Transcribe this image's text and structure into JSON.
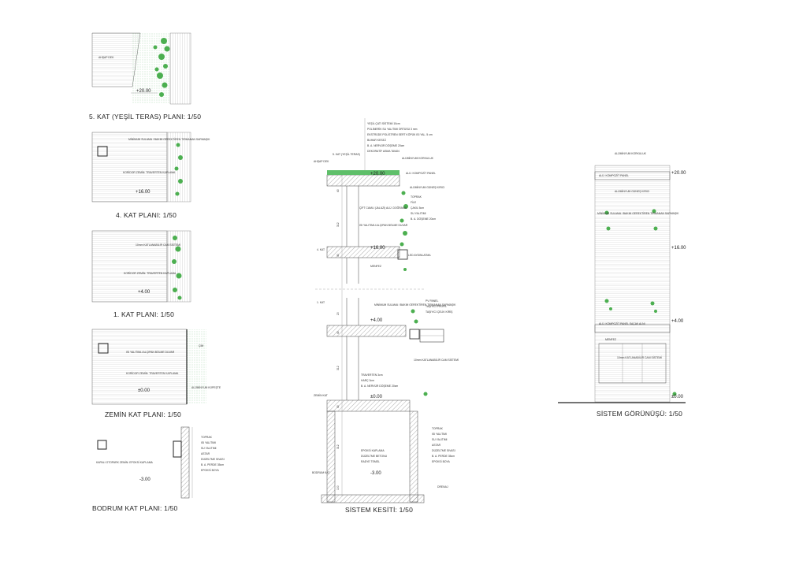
{
  "plans": [
    {
      "title": "5. KAT (YEŞİL TERAS) PLANI: 1/50",
      "labels": [
        "AHŞAP DEK"
      ],
      "level": "+20.00"
    },
    {
      "title": "4. KAT PLANI: 1/50",
      "labels": [
        "MİNİMUM SULAMA / BAKIM GEREKTİREN TIRMANAN SARMAŞIK",
        "KORİDOR ZEMİN: TRAVERTEN KAPLAMA"
      ],
      "level": "+16.00"
    },
    {
      "title": "1. KAT PLANI: 1/50",
      "labels": [
        "10mm KATLANABİLİR CAM SİSTEMİ",
        "KORİDOR ZEMİN: TRAVERTEN KAPLAMA"
      ],
      "level": "+4.00"
    },
    {
      "title": "ZEMİN KAT PLANI: 1/50",
      "labels": [
        "ISI YALITIMLI ALÇIPAN BÖLME DUVAR",
        "KORİDOR ZEMİN: TRAVERTEN KAPLAMA",
        "ÇİM",
        "ALÜMİNYUM KÜPEŞTE"
      ],
      "level": "±0.00"
    },
    {
      "title": "BODRUM KAT PLANI: 1/50",
      "labels": [
        "KAPALI OTOPARK ZEMİN: EPOKSİ KAPLAMA"
      ],
      "level": "-3.00",
      "layers": [
        "TOPRAK",
        "ISI YALITIMI",
        "SU YALITIMI",
        "ASTAR",
        "DÜZELTME SIVASI",
        "B. A. PERDE 35cm",
        "EPOKSİ BOYA"
      ]
    }
  ],
  "section": {
    "title": "SİSTEM KESİTİ: 1/50",
    "roof_layers": [
      "YEŞİL ÇATI SİSTEMİ 10cm",
      "POLİMERİK SU YALITIMI ÖRTÜSÜ 3 mm",
      "EKSTRÜDE POLİSTREN SERT KÖPÜK ISI YAL. 5 cm",
      "BUHAR KESİCİ",
      "B. A. NERVÜR DÖŞEME 20cm",
      "DEKORATİF ASMA TAVAN"
    ],
    "roof_labels": [
      "5. KAT (YEŞİL TERAS)",
      "AHŞAP DEK",
      "ALÜMİNYUM KORKULUK",
      "ALÜ. KOMPOZİT PANEL",
      "ALÜMİNYUM GÜNEŞ KIRICI"
    ],
    "planter_layers": [
      "TOPRAK",
      "FİLE",
      "ÇAKIL 5cm",
      "SU YALITIMI",
      "B. A. DÖŞEME 20cm"
    ],
    "upper_labels": [
      "ÇİFT CAMLI (JALUZİ) ALÜ. DOĞRAMA",
      "ISI YALITIMLI ALÇIPAN BÖLME DUVAR",
      "LED AYDINLATMA",
      "MENFEZ",
      "4. KAT",
      "1. KAT",
      "ZEMİN KAT",
      "BODRUM KAT"
    ],
    "mid_labels": [
      "MİNİMUM SULAMA / BAKIM GEREKTİREN TIRMANAN SARMAŞIK",
      "PV PANEL",
      "TAŞIYICI PROFİL",
      "TAŞIYICI ÇELİK KİRİŞ",
      "10mm KATLANABİLİR CAM SİSTEMİ"
    ],
    "floor_layers": [
      "TRAVERTEN 3cm",
      "HARÇ 3cm",
      "B. A. NERVÜR DÖŞEME 20cm"
    ],
    "base_labels": [
      "EPOKSİ KAPLAMA",
      "DÜZELTME BETONU",
      "RADYE TEMEL"
    ],
    "wall_layers": [
      "TOPRAK",
      "ISI YALITIMI",
      "SU YALITIMI",
      "ASTAR",
      "DÜZELTME SIVASI",
      "B. A. PERDE 35cm",
      "EPOKSİ BOYA"
    ],
    "drain": "DRENAJ",
    "levels": [
      "+20.00",
      "+16.00",
      "+4.00",
      "±0.00",
      "-3.00"
    ],
    "dims": [
      "40",
      "312",
      "40",
      "20",
      "40",
      "312",
      "40",
      "312",
      "100"
    ]
  },
  "elevation": {
    "title": "SİSTEM GÖRÜNÜŞÜ: 1/50",
    "labels": [
      "ALÜMİNYUM KORKULUK",
      "ALÜ. KOMPOZİT PANEL",
      "ALÜMİNYUM GÜNEŞ KIRICI",
      "MİNİMUM SULAMA / BAKIM GEREKTİREN TIRMANAN SARMAŞIK",
      "ALÜ. KOMPOZİT PANEL SAÇAK ALNI",
      "MENFEZ",
      "10mm KATLANABİLİR CAM SİSTEMİ"
    ],
    "levels": [
      "+20.00",
      "+16.00",
      "+4.00",
      "±0.00"
    ]
  }
}
